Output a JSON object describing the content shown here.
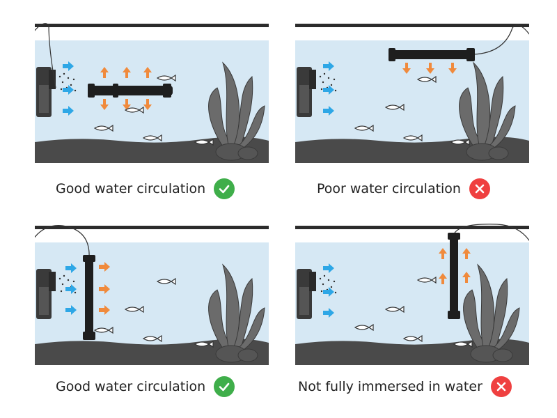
{
  "panels": [
    {
      "caption": "Good water circulation",
      "status": "good"
    },
    {
      "caption": "Poor water circulation",
      "status": "bad"
    },
    {
      "caption": "Good water circulation",
      "status": "good"
    },
    {
      "caption": "Not fully immersed in water",
      "status": "bad"
    }
  ],
  "colors": {
    "good": "#3fae4a",
    "bad": "#ef4040",
    "water": "#d6e8f4",
    "flow_arrow": "#2ea7e6",
    "heat_arrow": "#f08a3c",
    "heater": "#1e1e1e",
    "gravel": "#4a4a4a",
    "plant": "#6b6b6b"
  },
  "icons": {
    "good": "checkmark-icon",
    "bad": "cross-icon"
  }
}
